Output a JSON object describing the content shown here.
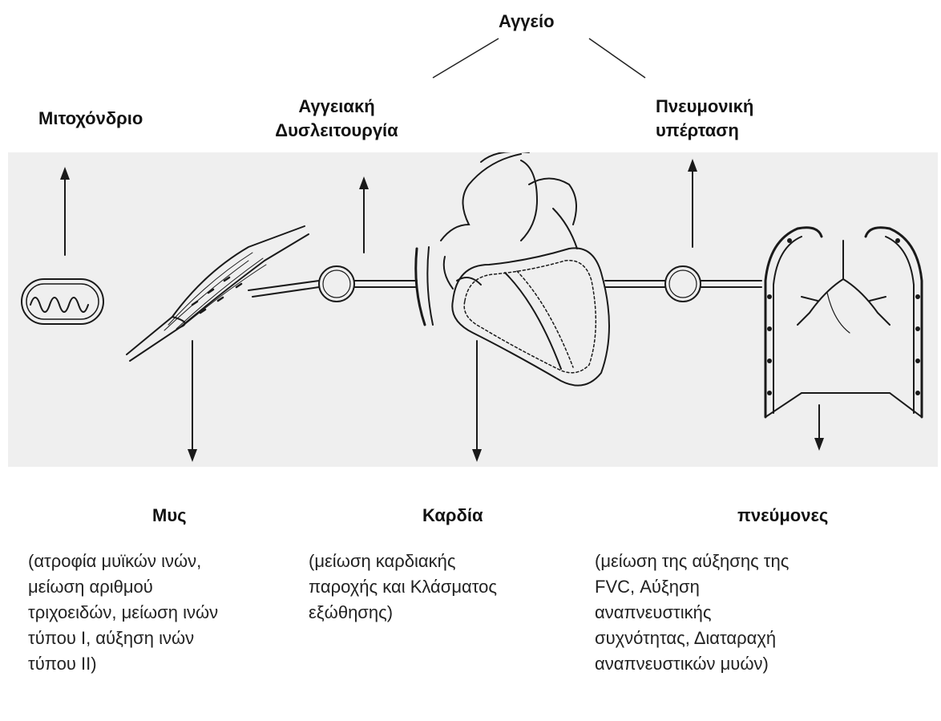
{
  "labels": {
    "vessel": "Αγγείο",
    "mitochondrion": "Μιτοχόνδριο",
    "vascular_dysfunction": [
      "Αγγειακή",
      "Δυσλειτουργία"
    ],
    "pulmonary_hypertension": [
      "Πνευμονική",
      "υπέρταση"
    ],
    "muscle": "Μυς",
    "heart": "Καρδία",
    "lungs": "πνεύμονες"
  },
  "descriptions": {
    "muscle": [
      "(ατροφία μυϊκών ινών,",
      "μείωση αριθμού",
      "τριχοειδών, μείωση ινών",
      "τύπου Ι, αύξηση ινών",
      "τύπου ΙΙ)"
    ],
    "heart": [
      "(μείωση καρδιακής",
      "παροχής και Κλάσματος",
      "εξώθησης)"
    ],
    "lungs": [
      "(μείωση της αύξησης της",
      "FVC, Αύξηση",
      "αναπνευστικής",
      "συχνότητας, Διαταραχή",
      "αναπνευστικών μυών)"
    ]
  },
  "colors": {
    "panel": "#efefef",
    "ink": "#1a1a1a"
  }
}
